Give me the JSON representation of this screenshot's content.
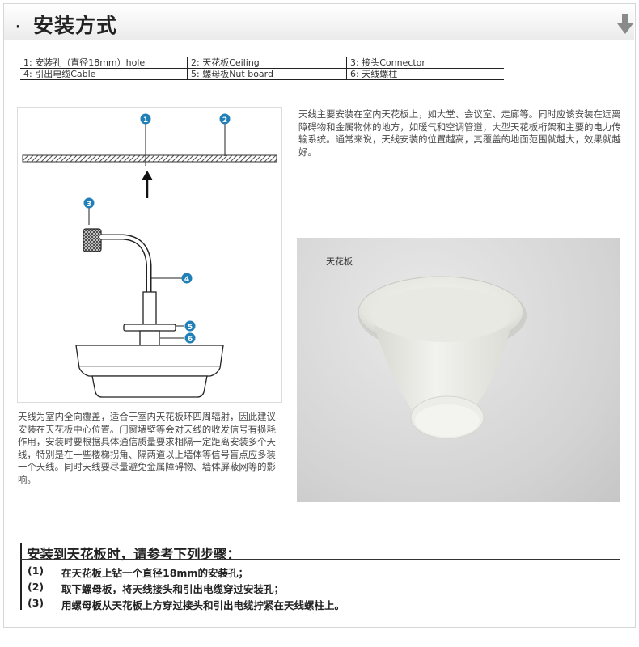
{
  "header": {
    "bullet": "·",
    "title": "安装方式"
  },
  "parts_table": {
    "rows": [
      [
        "1: 安装孔（直径18mm）hole",
        "2: 天花板Ceiling",
        "3: 接头Connector"
      ],
      [
        "4: 引出电缆Cable",
        "5: 螺母板Nut board",
        "6: 天线螺柱"
      ]
    ]
  },
  "diagram": {
    "callouts": [
      "1",
      "2",
      "3",
      "4",
      "5",
      "6"
    ]
  },
  "intro_text": "天线主要安装在室内天花板上，如大堂、会议室、走廊等。同时应该安装在远离障碍物和金属物体的地方，如暖气和空调管道，大型天花板桁架和主要的电力传输系统。通常来说，天线安装的位置越高，其覆盖的地面范围就越大，效果就越好。",
  "photo": {
    "label": "天花板"
  },
  "coverage_text": "天线为室内全向覆盖，适合于室内天花板环四周辐射，因此建议安装在天花板中心位置。门窗墙壁等会对天线的收发信号有损耗作用，安装时要根据具体通信质量要求相隔一定距离安装多个天线，特别是在一些楼梯拐角、隔两道以上墙体等信号盲点应多装一个天线。同时天线要尽量避免金属障碍物、墙体屏蔽网等的影响。",
  "steps": {
    "title": "安装到天花板时，请参考下列步骤：",
    "items": [
      {
        "num": "(1)",
        "text": "在天花板上钻一个直径18mm的安装孔；"
      },
      {
        "num": "(2)",
        "text": "取下螺母板，将天线接头和引出电缆穿过安装孔；"
      },
      {
        "num": "(3)",
        "text": "用螺母板从天花板上方穿过接头和引出电缆拧紧在天线螺柱上。"
      }
    ]
  },
  "colors": {
    "callout": "#1f7fb6",
    "header_bg": "#ebebeb"
  }
}
